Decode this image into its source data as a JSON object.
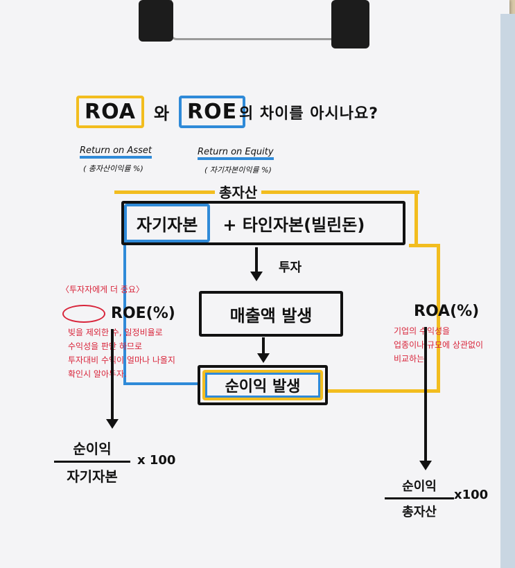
{
  "title": {
    "roa": "ROA",
    "conj": "와",
    "roe": "ROE",
    "rest": "의 차이를 아시나요?"
  },
  "roa_sub": {
    "en": "Return on Asset",
    "ko": "( 총자산이익률 %)"
  },
  "roe_sub": {
    "en": "Return on Equity",
    "ko": "( 자기자본이익률 %)"
  },
  "flow": {
    "total_assets": "총자산",
    "equity": "자기자본",
    "debt": "+ 타인자본(빌린돈)",
    "invest": "투자",
    "revenue": "매출액 발생",
    "net_income": "순이익 발생"
  },
  "roe": {
    "note_top": "〈투자자에게   더 중요〉",
    "label": "ROE(%)",
    "note": [
      "빚을 제외한 수, 일정비율로",
      "수익성을 판단 하므로",
      "투자대비 수익이 얼마나 나올지",
      "확인시 알아두자."
    ],
    "formula": {
      "num": "순이익",
      "den": "자기자본",
      "mult": "x 100"
    }
  },
  "roa": {
    "label": "ROA(%)",
    "note": [
      "기업의 수익성을",
      "업종이나  규모에 상관없이",
      "비교하는"
    ],
    "formula": {
      "num": "순이익",
      "den": "총자산",
      "mult": "x100"
    }
  },
  "colors": {
    "yellow": "#f2bd1f",
    "blue": "#2f8ad8",
    "red": "#d8243a"
  }
}
